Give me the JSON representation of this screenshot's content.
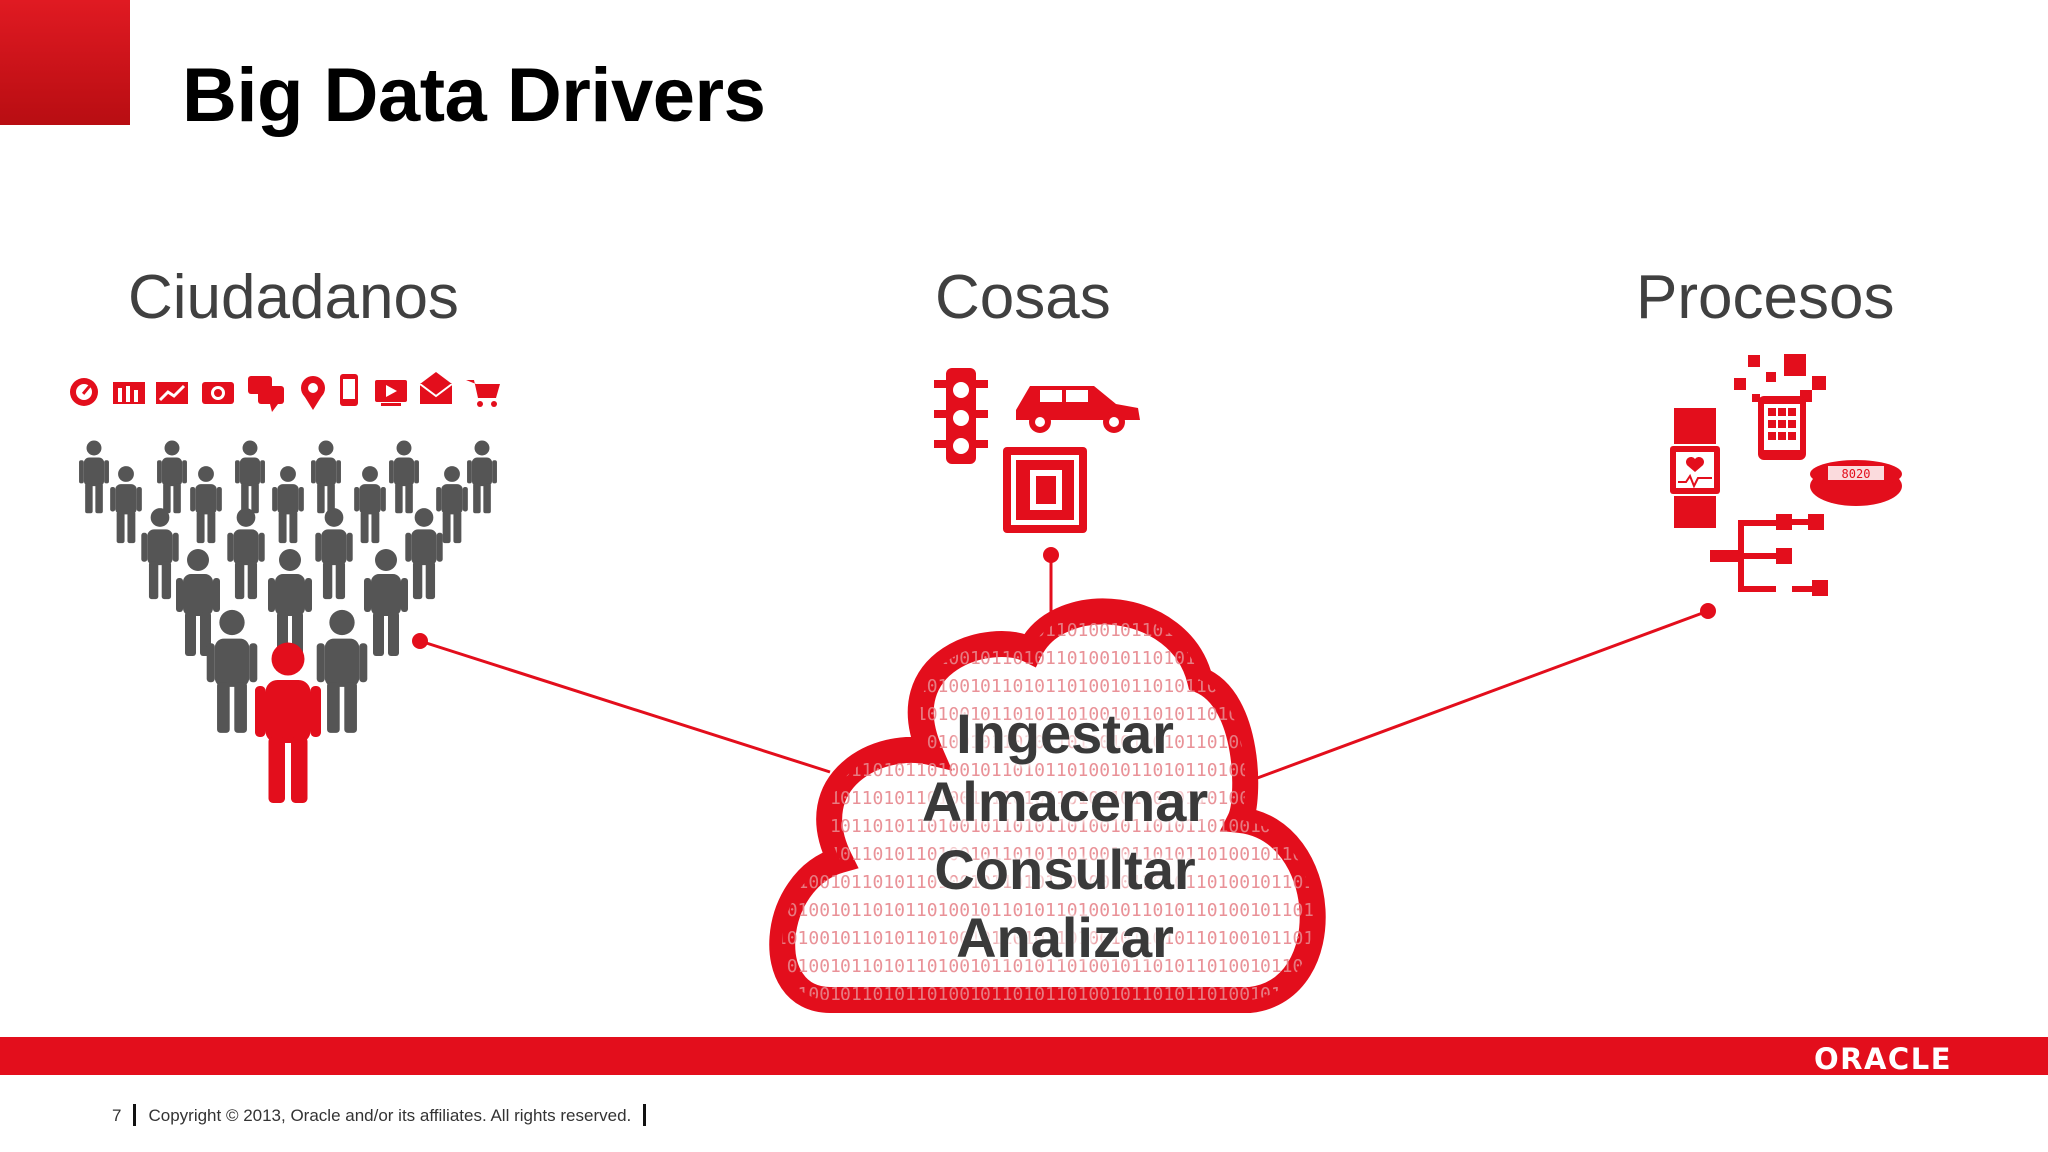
{
  "slide": {
    "title": "Big Data Drivers",
    "columns": [
      "Ciudadanos",
      "Cosas",
      "Procesos"
    ],
    "cloud_words": [
      "Ingestar",
      "Almacenar",
      "Consultar",
      "Analizar"
    ],
    "cloud_binary": "01101011010010111010100101101011010101001011010110100101101",
    "brand": "ORACLE",
    "page_number": "7",
    "copyright": "Copyright © 2013, Oracle and/or its affiliates. All rights reserved."
  },
  "colors": {
    "accent": "#e30e1c",
    "people": "#555555",
    "text": "#404040"
  },
  "icons": {
    "ciudadanos": [
      "speedometer-icon",
      "bar-chart-icon",
      "line-chart-icon",
      "camera-icon",
      "chat-bubbles-icon",
      "location-pin-icon",
      "smartphone-icon",
      "video-icon",
      "mail-icon",
      "shopping-cart-icon"
    ],
    "cosas": [
      "traffic-light-icon",
      "car-icon",
      "chip-icon"
    ],
    "procesos": [
      "pixels-icon",
      "tablet-icon",
      "smartwatch-icon",
      "fitness-band-icon",
      "flow-diagram-icon"
    ]
  }
}
